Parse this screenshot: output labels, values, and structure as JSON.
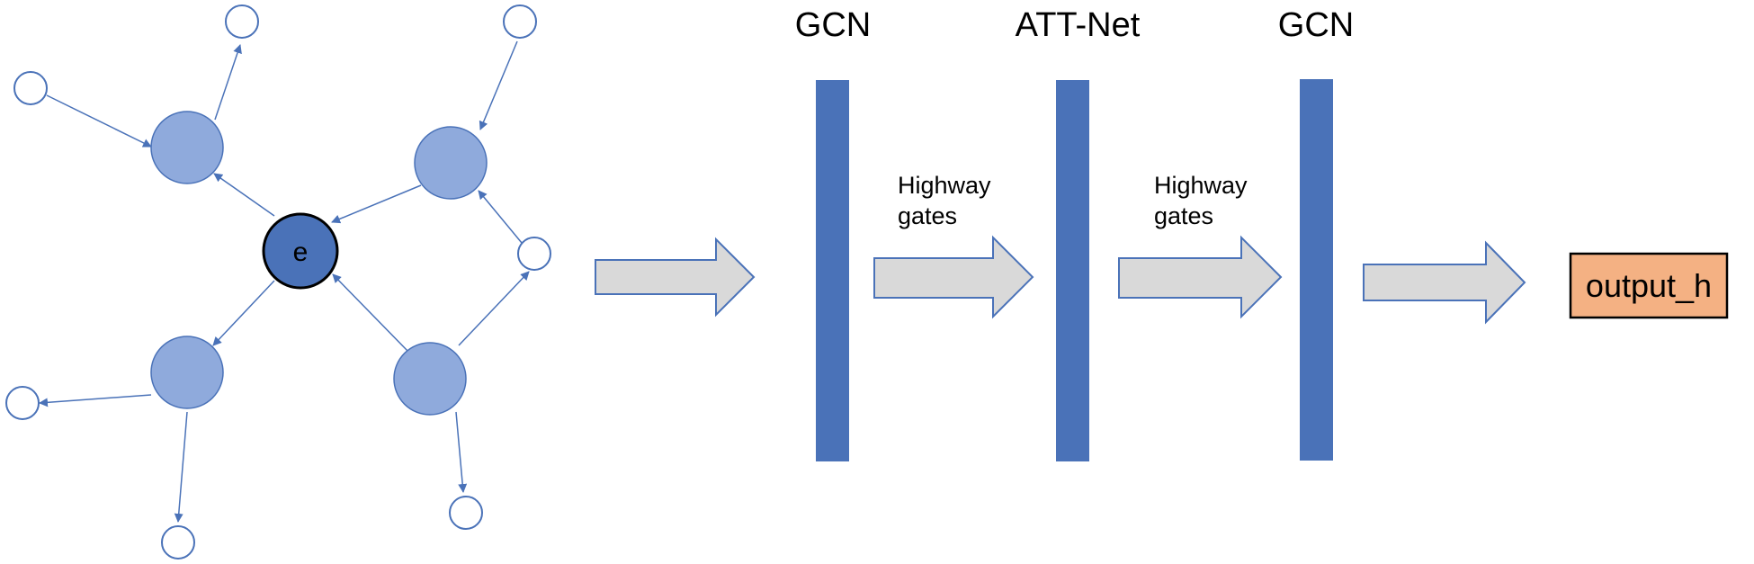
{
  "graph": {
    "center_label": "e"
  },
  "pipeline": {
    "layers": [
      {
        "label": "GCN"
      },
      {
        "label": "ATT-Net"
      },
      {
        "label": "GCN"
      }
    ],
    "gate_labels": [
      {
        "line1": "Highway",
        "line2": "gates"
      },
      {
        "line1": "Highway",
        "line2": "gates"
      }
    ],
    "output_label": "output_h"
  },
  "colors": {
    "center_node": "#4A72B8",
    "neighbor_node": "#8FAADC",
    "outer_node": "#FFFFFF",
    "node_stroke": "#4A72B8",
    "edge": "#4A72B8",
    "layer_bar": "#4A72B8",
    "arrow_fill": "#D9D9D9",
    "arrow_stroke": "#4A72B8",
    "output_fill": "#F4B183"
  }
}
